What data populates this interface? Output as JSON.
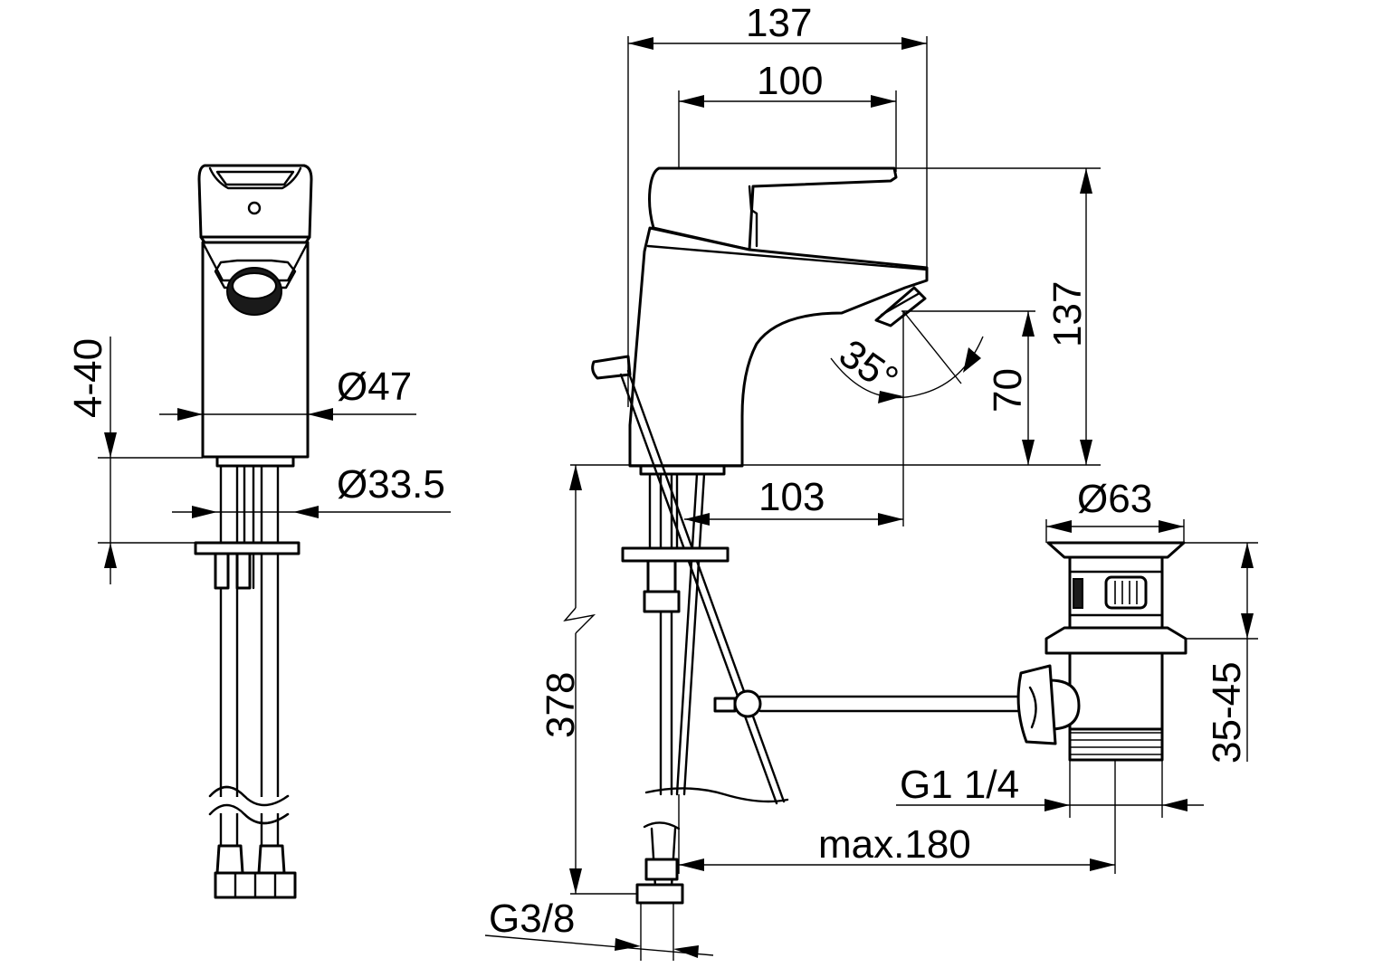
{
  "dimensions": {
    "width_overall": "137",
    "width_spout": "100",
    "height_overall": "137",
    "outlet_height": "70",
    "spout_reach": "103",
    "body_diameter": "Ø47",
    "base_diameter": "Ø33.5",
    "deck_thickness": "4-40",
    "hose_length": "378",
    "angle": "35°",
    "waste_diameter": "Ø63",
    "waste_thickness": "35-45",
    "waste_thread": "G1 1/4",
    "waste_max_distance": "max.180",
    "supply_thread": "G3/8"
  }
}
